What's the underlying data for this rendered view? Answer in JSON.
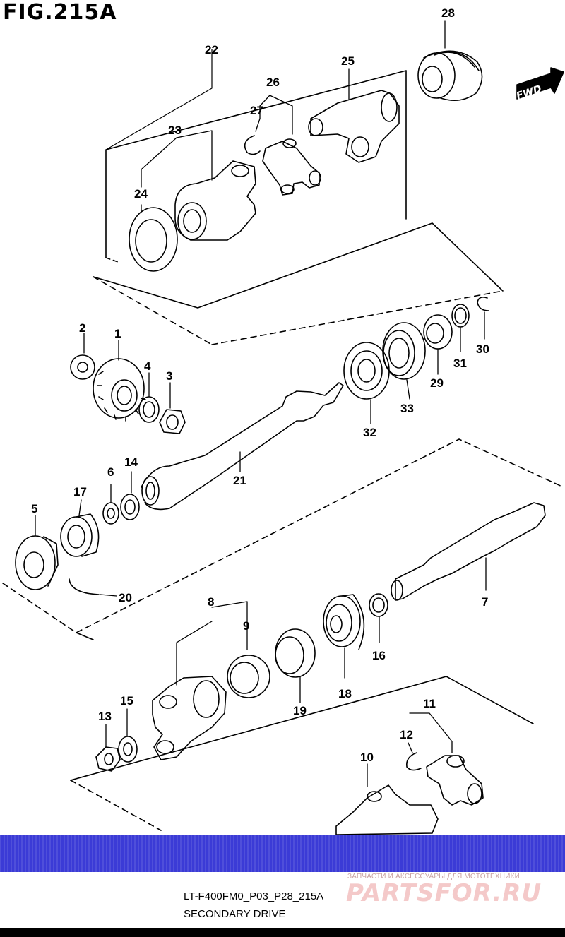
{
  "figure": {
    "title": "FIG.215A",
    "code": "LT-F400FM0_P03_P28_215A",
    "subtitle": "SECONDARY DRIVE"
  },
  "fwd_label": "FWD",
  "watermark": {
    "caption": "ЗАПЧАСТИ И АКСЕССУАРЫ ДЛЯ МОТОТЕХНИКИ",
    "logo": "PARTSFOR.RU"
  },
  "colors": {
    "line": "#000000",
    "band": "#3b3bd6",
    "watermark": "#f4c9c9"
  },
  "callouts": [
    "1",
    "2",
    "3",
    "4",
    "5",
    "6",
    "7",
    "8",
    "9",
    "10",
    "11",
    "12",
    "13",
    "14",
    "15",
    "16",
    "17",
    "18",
    "19",
    "20",
    "21",
    "22",
    "23",
    "24",
    "25",
    "26",
    "27",
    "28",
    "29",
    "30",
    "31",
    "32",
    "33"
  ]
}
